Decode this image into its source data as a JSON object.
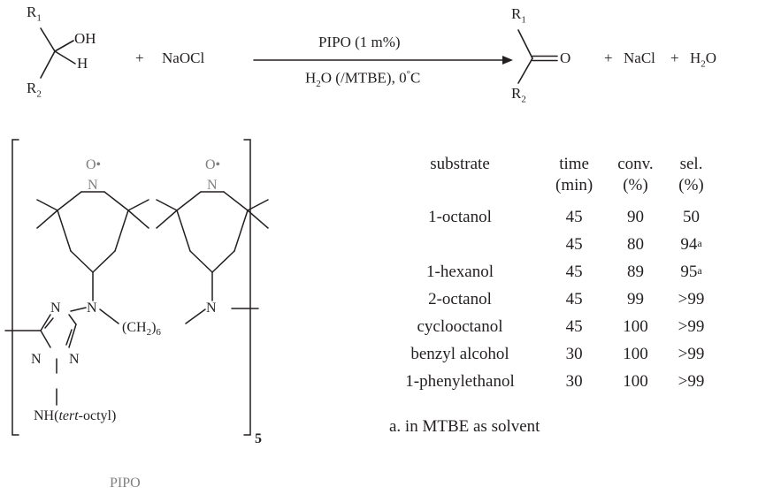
{
  "reaction": {
    "reactant": {
      "r1": "R1",
      "r2": "R2",
      "oh": "OH",
      "h": "H"
    },
    "plus1": "+",
    "oxidant": "NaOCl",
    "arrow_top": "PIPO (1 m%)",
    "arrow_bottom": "H2O (/MTBE), 0°C",
    "product": {
      "r1": "R1",
      "r2": "R2",
      "o": "O"
    },
    "plus2": "+",
    "byproduct1": "NaCl",
    "plus3": "+",
    "byproduct2": "H2O"
  },
  "polymer": {
    "nitroxide_label": "O•",
    "n_label": "N",
    "linker": "(CH2)6",
    "substituent": "NH(tert-octyl)",
    "repeat": "5",
    "name": "PIPO"
  },
  "table": {
    "headers": [
      {
        "line1": "substrate",
        "line2": ""
      },
      {
        "line1": "time",
        "line2": "(min)"
      },
      {
        "line1": "conv.",
        "line2": "(%)"
      },
      {
        "line1": "sel.",
        "line2": "(%)"
      }
    ],
    "rows": [
      {
        "substrate": "1-octanol",
        "time": "45",
        "conv": "90",
        "sel": "50",
        "note": ""
      },
      {
        "substrate": "",
        "time": "45",
        "conv": "80",
        "sel": "94",
        "note": "a"
      },
      {
        "substrate": "1-hexanol",
        "time": "45",
        "conv": "89",
        "sel": "95",
        "note": "a"
      },
      {
        "substrate": "2-octanol",
        "time": "45",
        "conv": "99",
        "sel": ">99",
        "note": ""
      },
      {
        "substrate": "cyclooctanol",
        "time": "45",
        "conv": "100",
        "sel": ">99",
        "note": ""
      },
      {
        "substrate": "benzyl alcohol",
        "time": "30",
        "conv": "100",
        "sel": ">99",
        "note": ""
      },
      {
        "substrate": "1-phenylethanol",
        "time": "30",
        "conv": "100",
        "sel": ">99",
        "note": ""
      }
    ],
    "footnote": "a. in MTBE as solvent"
  }
}
